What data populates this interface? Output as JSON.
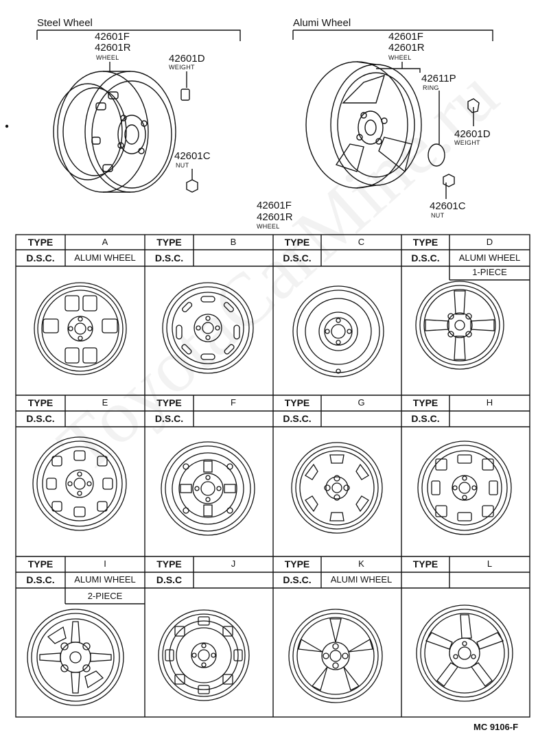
{
  "steel_section": {
    "title": "Steel Wheel",
    "wheel_part_1": "42601F",
    "wheel_part_2": "42601R",
    "wheel_name": "WHEEL",
    "weight_part": "42601D",
    "weight_name": "WEIGHT",
    "nut_part": "42601C",
    "nut_name": "NUT"
  },
  "alumi_section": {
    "title": "Alumi Wheel",
    "wheel_part_1": "42601F",
    "wheel_part_2": "42601R",
    "wheel_name": "WHEEL",
    "ring_part": "42611P",
    "ring_name": "RING",
    "weight_part": "42601D",
    "weight_name": "WEIGHT",
    "nut_part": "42601C",
    "nut_name": "NUT"
  },
  "center_callout": {
    "part_1": "42601F",
    "part_2": "42601R",
    "name": "WHEEL"
  },
  "table": {
    "type_label": "TYPE",
    "dsc_label": "D.S.C.",
    "dsc_label_j": "D.S.C",
    "types": [
      {
        "code": "A",
        "dsc": "ALUMI WHEEL",
        "note": ""
      },
      {
        "code": "B",
        "dsc": "",
        "note": ""
      },
      {
        "code": "C",
        "dsc": "",
        "note": ""
      },
      {
        "code": "D",
        "dsc": "ALUMI WHEEL",
        "note": "1-PIECE"
      },
      {
        "code": "E",
        "dsc": "",
        "note": ""
      },
      {
        "code": "F",
        "dsc": "",
        "note": ""
      },
      {
        "code": "G",
        "dsc": "",
        "note": ""
      },
      {
        "code": "H",
        "dsc": "",
        "note": ""
      },
      {
        "code": "I",
        "dsc": "ALUMI WHEEL",
        "note": "2-PIECE"
      },
      {
        "code": "J",
        "dsc": "",
        "note": ""
      },
      {
        "code": "K",
        "dsc": "ALUMI WHEEL",
        "note": ""
      },
      {
        "code": "L",
        "dsc": "",
        "note": ""
      }
    ]
  },
  "footer": {
    "code": "MC 9106-F"
  },
  "watermark": "ToyotaCarMine.ru"
}
